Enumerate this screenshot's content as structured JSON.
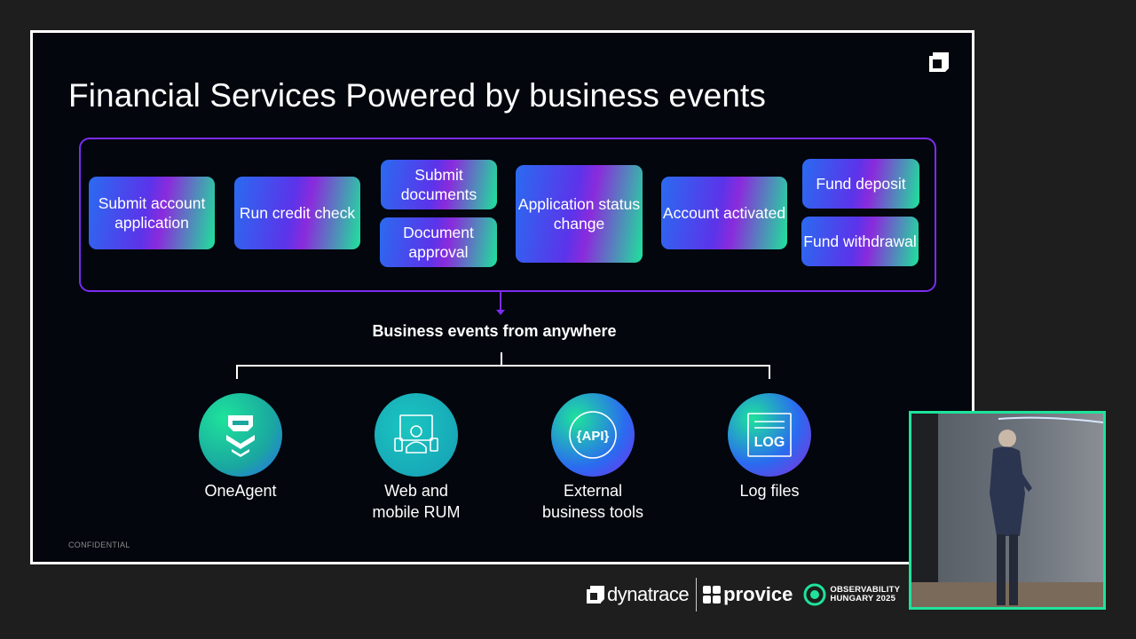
{
  "slide": {
    "title": "Financial Services Powered by business events",
    "confidential": "CONFIDENTIAL"
  },
  "events": [
    {
      "label": "Submit account application"
    },
    {
      "label": "Run credit check"
    },
    {
      "label": "Submit documents"
    },
    {
      "label": "Document approval"
    },
    {
      "label": "Application status change"
    },
    {
      "label": "Account activated"
    },
    {
      "label": "Fund deposit"
    },
    {
      "label": "Fund withdrawal"
    }
  ],
  "subheading": "Business events from anywhere",
  "sources": [
    {
      "label": "OneAgent",
      "icon": "oneagent-icon"
    },
    {
      "label": "Web and mobile RUM",
      "icon": "rum-icon"
    },
    {
      "label": "External business tools",
      "icon": "api-icon"
    },
    {
      "label": "Log files",
      "icon": "log-icon"
    }
  ],
  "icon_text": {
    "api": "{API}",
    "log": "LOG"
  },
  "sponsors": {
    "dynatrace": "dynatrace",
    "provice": "provice",
    "observability_line1": "OBSERVABILITY",
    "observability_line2": "HUNGARY 2025"
  },
  "colors": {
    "accent_purple": "#7b2cf0",
    "accent_green": "#1ee39b",
    "accent_blue": "#2a6bf0"
  }
}
